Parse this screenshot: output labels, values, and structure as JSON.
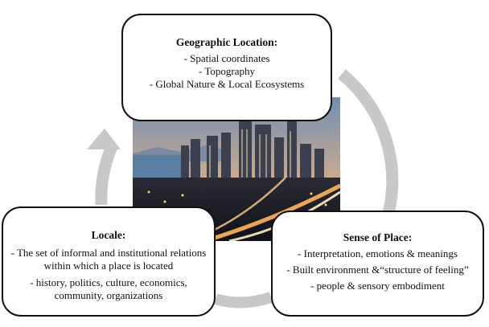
{
  "geographic_location": {
    "title": "Geographic Location:",
    "items": [
      "- Spatial coordinates",
      "- Topography",
      "- Global Nature & Local Ecosystems"
    ]
  },
  "locale": {
    "title": "Locale:",
    "items": [
      "- The set of informal and institutional relations within which a place is located",
      "- history, politics, culture, economics, community, organizations"
    ]
  },
  "sense_of_place": {
    "title": "Sense of Place:",
    "items": [
      "- Interpretation, emotions & meanings",
      "- Built environment &“structure of feeling”",
      "- people & sensory embodiment"
    ]
  },
  "colors": {
    "cycle_arrow": "#c8c8c8",
    "box_border": "#111111",
    "sky": "#e9b98a",
    "water": "#5b7fa3"
  },
  "image": {
    "subject": "city-skyline-photo"
  }
}
